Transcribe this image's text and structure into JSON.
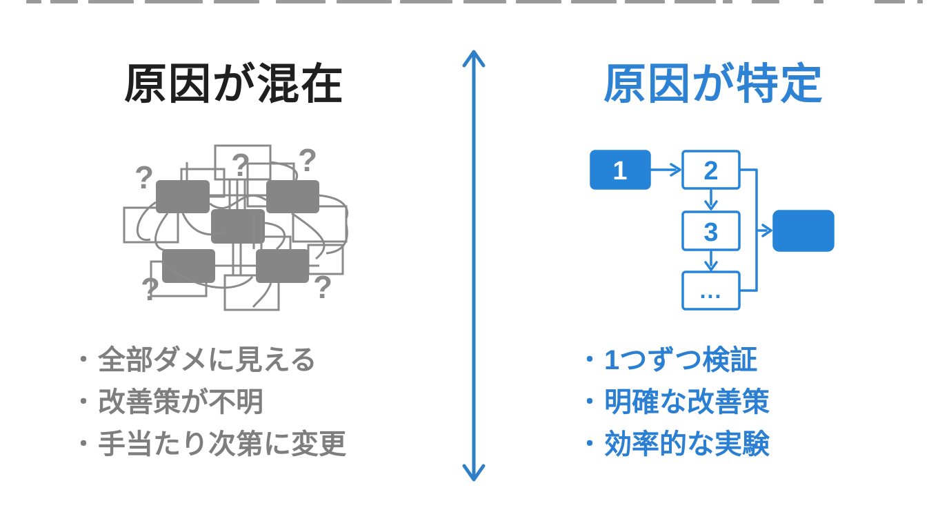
{
  "slide": {
    "background": "#ffffff"
  },
  "colors": {
    "accent_blue": "#2583d8",
    "divider_arrow_blue": "#2e7fc4",
    "diagram_gray": "#8a8a8a",
    "title_dark": "#1f1f1f"
  },
  "left_panel": {
    "title": "原因が混在",
    "bullet_char": "・",
    "bullets": [
      "全部ダメに見える",
      "改善策が不明",
      "手当たり次第に変更"
    ],
    "diagram": {
      "question_mark": "?"
    }
  },
  "right_panel": {
    "title": "原因が特定",
    "bullet_char": "・",
    "bullets": [
      "1つずつ検証",
      "明確な改善策",
      "効率的な実験"
    ],
    "flow": {
      "step1": "1",
      "step2": "2",
      "step3": "3",
      "step4": "..."
    }
  }
}
